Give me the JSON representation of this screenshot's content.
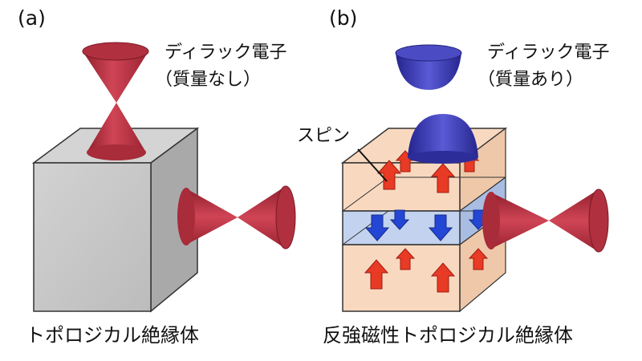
{
  "panel_a": {
    "label": "(a)",
    "dirac_line1": "ディラック電子",
    "dirac_line2": "（質量なし）",
    "caption": "トポロジカル絶縁体"
  },
  "panel_b": {
    "label": "(b)",
    "dirac_line1": "ディラック電子",
    "dirac_line2": "（質量あり）",
    "spin_label": "スピン",
    "caption": "反強磁性トポロジカル絶縁体"
  },
  "colors": {
    "cone_red": "#c4384a",
    "cone_dark": "#8a1f2b",
    "cube_gray": "#c7c7c7",
    "layer_peach": "#f8d9c0",
    "layer_blue": "#c3d2ee",
    "spin_up": "#e83a24",
    "spin_down": "#2446d4",
    "massive_blue": "#3a3ab8"
  }
}
